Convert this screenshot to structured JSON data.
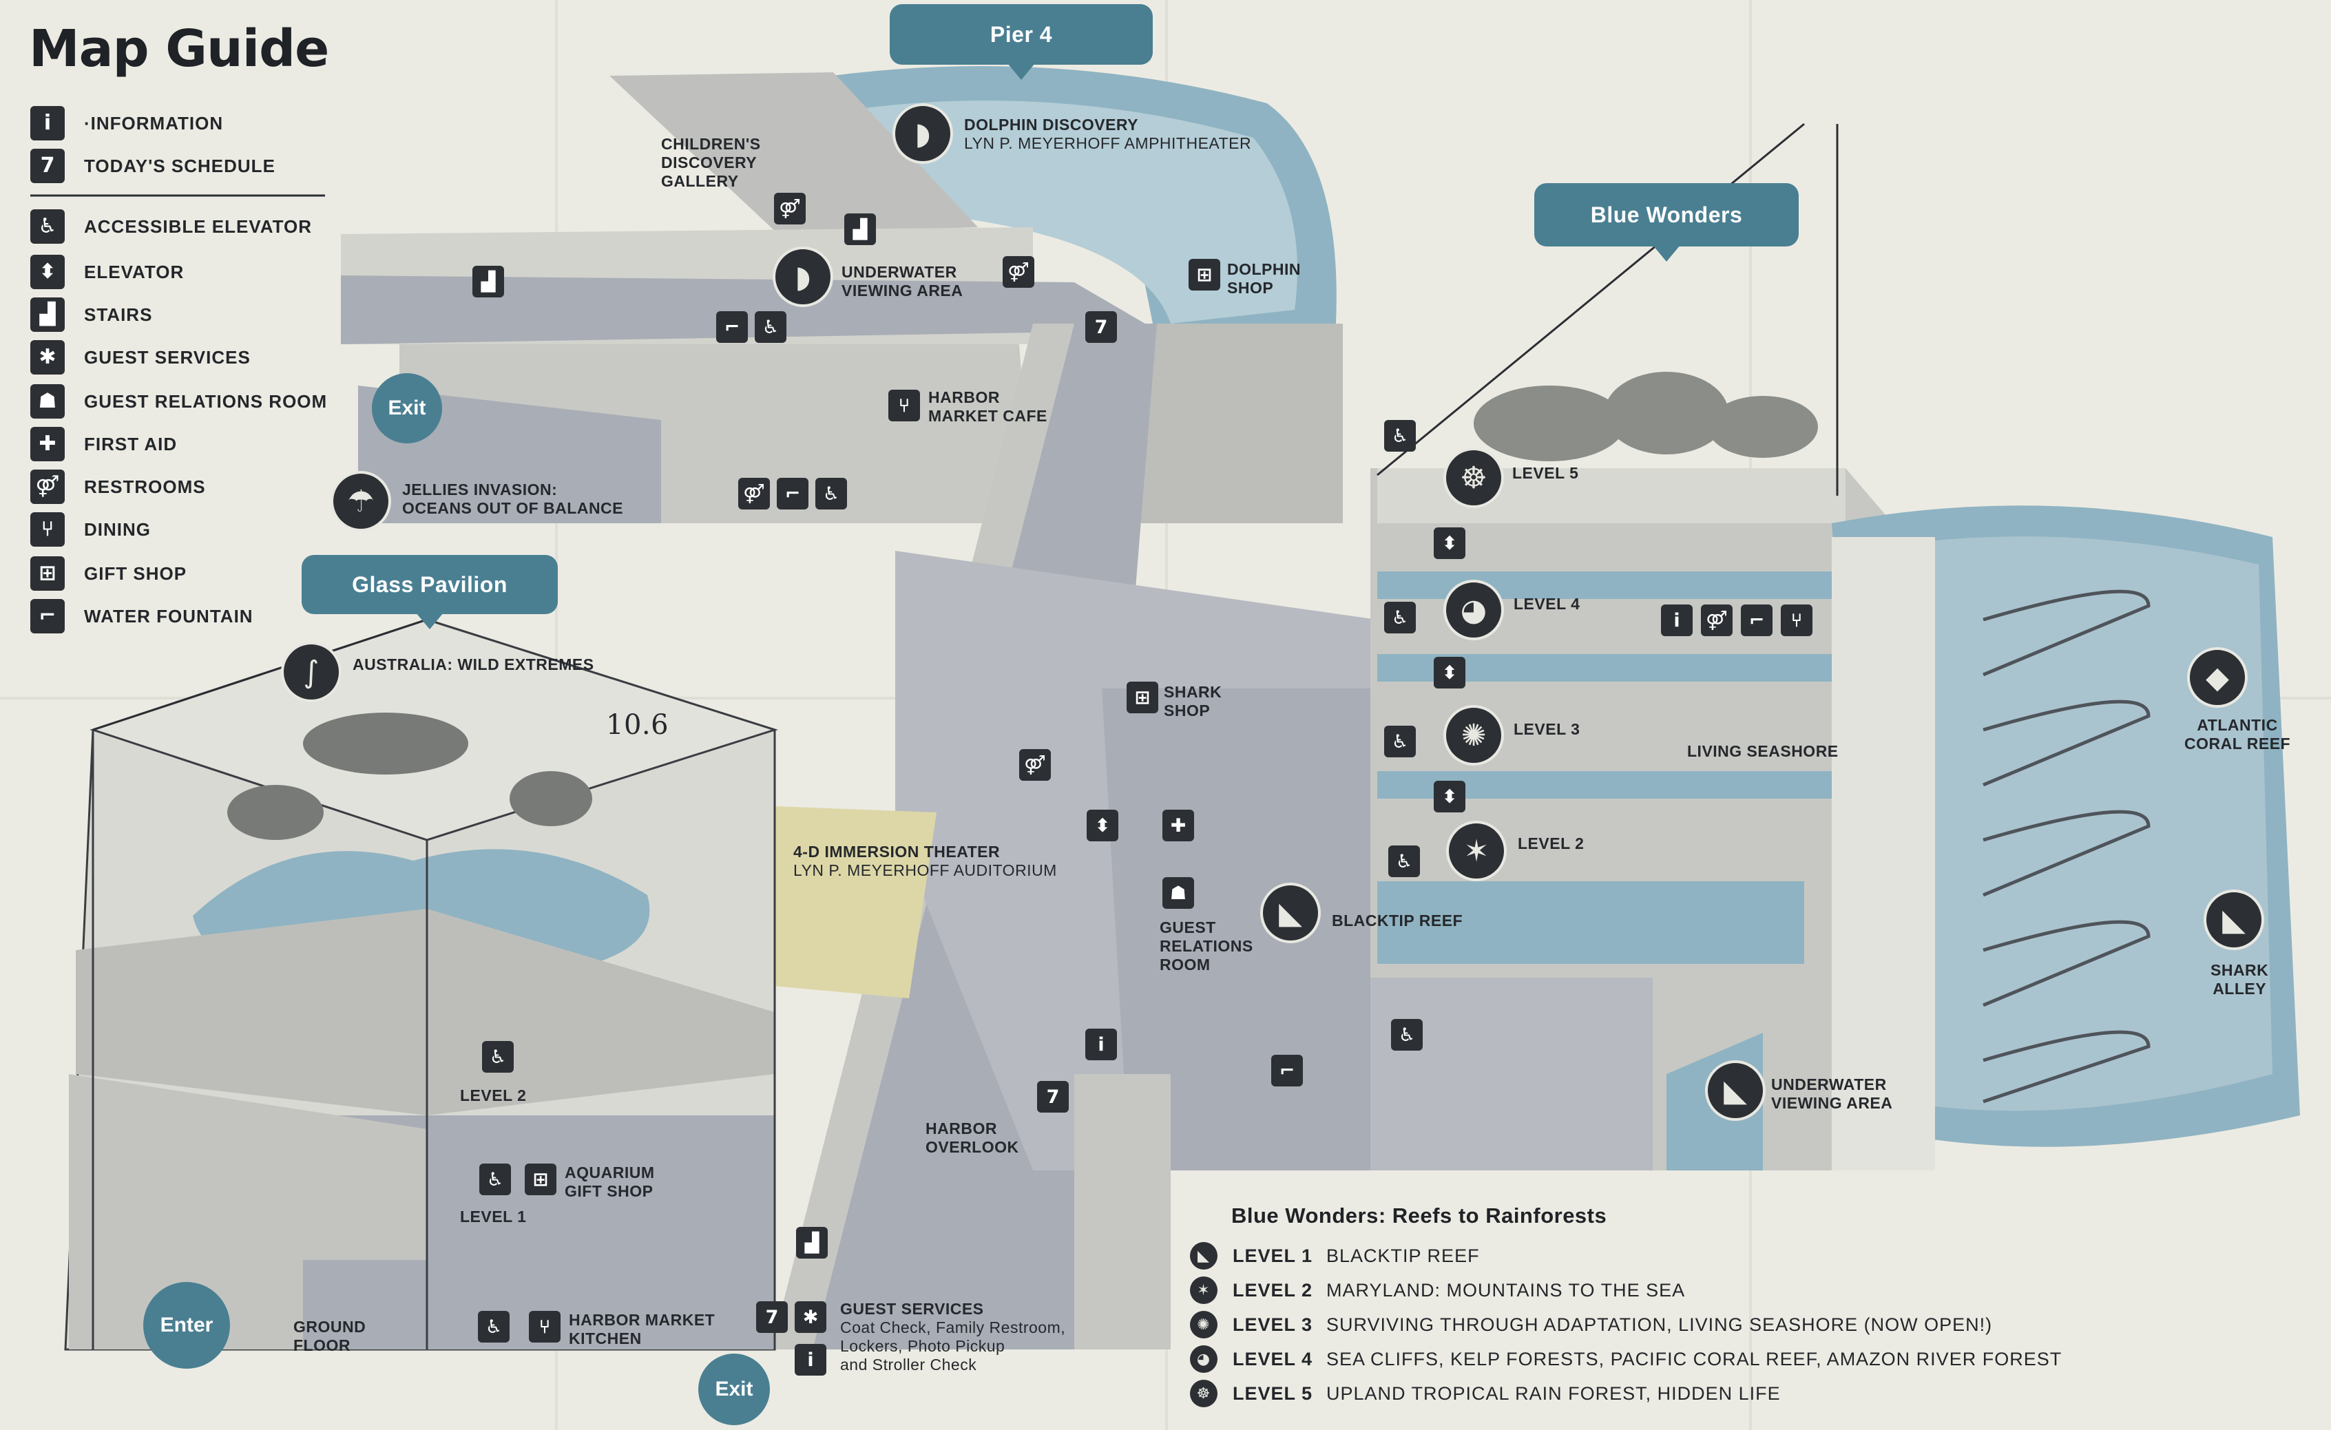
{
  "legend": {
    "title": "Map Guide",
    "items": [
      {
        "icon": "information-icon",
        "glyph": "i",
        "label": "·INFORMATION"
      },
      {
        "icon": "schedule-icon",
        "glyph": "7",
        "label": "TODAY'S SCHEDULE"
      },
      {
        "icon": "accessible-elevator-icon",
        "glyph": "♿",
        "label": "ACCESSIBLE ELEVATOR"
      },
      {
        "icon": "elevator-icon",
        "glyph": "⬍",
        "label": "ELEVATOR"
      },
      {
        "icon": "stairs-icon",
        "glyph": "▟",
        "label": "STAIRS"
      },
      {
        "icon": "guest-services-icon",
        "glyph": "✱",
        "label": "GUEST SERVICES"
      },
      {
        "icon": "guest-relations-icon",
        "glyph": "☗",
        "label": "GUEST RELATIONS ROOM"
      },
      {
        "icon": "first-aid-icon",
        "glyph": "✚",
        "label": "FIRST AID"
      },
      {
        "icon": "restrooms-icon",
        "glyph": "⚤",
        "label": "RESTROOMS"
      },
      {
        "icon": "dining-icon",
        "glyph": "⑂",
        "label": "DINING"
      },
      {
        "icon": "gift-shop-icon",
        "glyph": "⊞",
        "label": "GIFT SHOP"
      },
      {
        "icon": "water-fountain-icon",
        "glyph": "⌐",
        "label": "WATER FOUNTAIN"
      }
    ]
  },
  "banners": {
    "pier4": "Pier 4",
    "blue_wonders": "Blue Wonders",
    "glass_pavilion": "Glass Pavilion"
  },
  "buttons": {
    "exit_top": "Exit",
    "enter": "Enter",
    "exit_bottom": "Exit"
  },
  "labels": {
    "dolphin_discovery": "DOLPHIN DISCOVERY",
    "amphitheater": "LYN P. MEYERHOFF AMPHITHEATER",
    "childrens_1": "CHILDREN'S",
    "childrens_2": "DISCOVERY",
    "childrens_3": "GALLERY",
    "underwater_1": "UNDERWATER",
    "underwater_2": "VIEWING AREA",
    "dolphin_shop_1": "DOLPHIN",
    "dolphin_shop_2": "SHOP",
    "harbor_cafe_1": "HARBOR",
    "harbor_cafe_2": "MARKET CAFE",
    "jellies_1": "JELLIES INVASION:",
    "jellies_2": "OCEANS OUT OF BALANCE",
    "australia": "AUSTRALIA: WILD EXTREMES",
    "shark_shop_1": "SHARK",
    "shark_shop_2": "SHOP",
    "immersion": "4-D IMMERSION THEATER",
    "auditorium": "LYN P. MEYERHOFF AUDITORIUM",
    "guest_rel_1": "GUEST",
    "guest_rel_2": "RELATIONS",
    "guest_rel_3": "ROOM",
    "harbor_overlook_1": "HARBOR",
    "harbor_overlook_2": "OVERLOOK",
    "gp_level2": "LEVEL 2",
    "gp_level1": "LEVEL 1",
    "aq_gift_1": "AQUARIUM",
    "aq_gift_2": "GIFT SHOP",
    "ground_1": "GROUND",
    "ground_2": "FLOOR",
    "hm_kitchen_1": "HARBOR MARKET",
    "hm_kitchen_2": "KITCHEN",
    "guest_services": "GUEST SERVICES",
    "gs_detail_1": "Coat Check, Family Restroom,",
    "gs_detail_2": "Lockers, Photo Pickup",
    "gs_detail_3": "and Stroller Check",
    "bw_level5": "LEVEL 5",
    "bw_level4": "LEVEL 4",
    "bw_level3": "LEVEL 3",
    "bw_level2": "LEVEL 2",
    "living_seashore": "LIVING SEASHORE",
    "blacktip_reef": "BLACKTIP REEF",
    "atlantic_1": "ATLANTIC",
    "atlantic_2": "CORAL REEF",
    "shark_alley_1": "SHARK",
    "shark_alley_2": "ALLEY",
    "uw2_1": "UNDERWATER",
    "uw2_2": "VIEWING AREA",
    "handwriting": "10.6"
  },
  "blue_wonders_key": {
    "title": "Blue Wonders: Reefs to Rainforests",
    "rows": [
      {
        "level": "LEVEL 1",
        "name": "BLACKTIP REEF",
        "icon": "shark-icon",
        "glyph": "◣"
      },
      {
        "level": "LEVEL 2",
        "name": "MARYLAND: MOUNTAINS TO THE SEA",
        "icon": "crab-icon",
        "glyph": "✶"
      },
      {
        "level": "LEVEL 3",
        "name": "SURVIVING THROUGH ADAPTATION, LIVING SEASHORE (NOW OPEN!)",
        "icon": "octopus-icon",
        "glyph": "✺"
      },
      {
        "level": "LEVEL 4",
        "name": "SEA CLIFFS, KELP FORESTS, PACIFIC CORAL REEF, AMAZON RIVER FOREST",
        "icon": "puffin-icon",
        "glyph": "◕"
      },
      {
        "level": "LEVEL 5",
        "name": "UPLAND TROPICAL RAIN FOREST, HIDDEN LIFE",
        "icon": "frog-icon",
        "glyph": "☸"
      }
    ]
  },
  "colors": {
    "water": "#8fb3c2",
    "banner": "#4a7f92",
    "floor": "#a9adb6",
    "wall": "#cfcfc9",
    "dark": "#2c2f33",
    "paper": "#ecebe3"
  }
}
